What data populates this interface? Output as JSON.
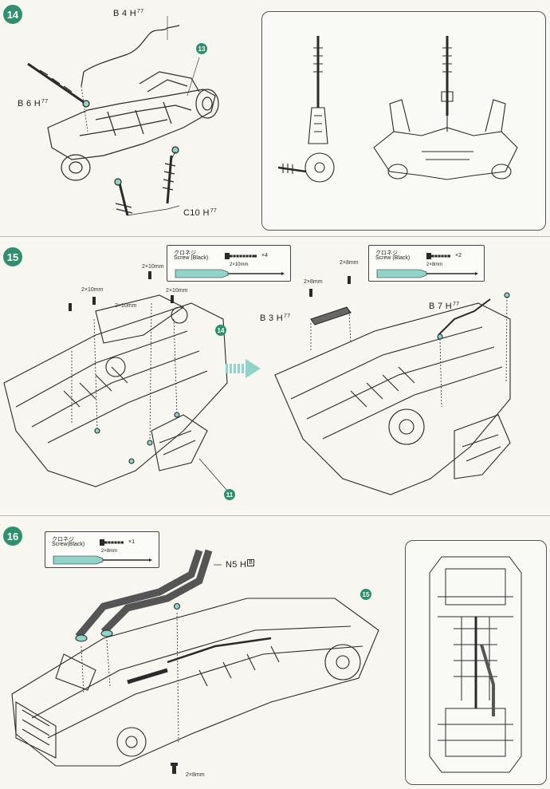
{
  "colors": {
    "accent": "#2f8f6f",
    "line": "#2a2a2a",
    "screwdriver": "#8fd3c9"
  },
  "steps": [
    {
      "number": "14",
      "labels": {
        "b4": {
          "code": "B 4",
          "sub": "H",
          "tag": "77"
        },
        "b6": {
          "code": "B 6",
          "sub": "H",
          "tag": "77"
        },
        "c10": {
          "code": "C10",
          "sub": "H",
          "tag": "77"
        }
      },
      "ref_step": "13"
    },
    {
      "number": "15",
      "screw_boxes": [
        {
          "jp": "クロネジ",
          "en": "Screw (Black)",
          "size": "2×10mm",
          "qty": "×4"
        },
        {
          "jp": "クロネジ",
          "en": "Screw (Black)",
          "size": "2×8mm",
          "qty": "×2"
        }
      ],
      "sizes": {
        "a": "2×10mm",
        "b": "2×10mm",
        "c": "2×10mm",
        "d": "2×10mm",
        "e": "2×8mm",
        "f": "2×8mm"
      },
      "labels": {
        "b3": {
          "code": "B 3",
          "sub": "H",
          "tag": "77"
        },
        "b7": {
          "code": "B 7",
          "sub": "H",
          "tag": "77"
        }
      },
      "ref_step_a": "14",
      "ref_step_b": "11"
    },
    {
      "number": "16",
      "screw_boxes": [
        {
          "jp": "クロネジ",
          "en": "Screw(Black)",
          "size": "2×8mm",
          "qty": "×1"
        }
      ],
      "sizes": {
        "a": "2×8mm"
      },
      "labels": {
        "n5": {
          "code": "N5",
          "sub": "H",
          "tag": "B"
        }
      },
      "ref_step": "15"
    }
  ]
}
